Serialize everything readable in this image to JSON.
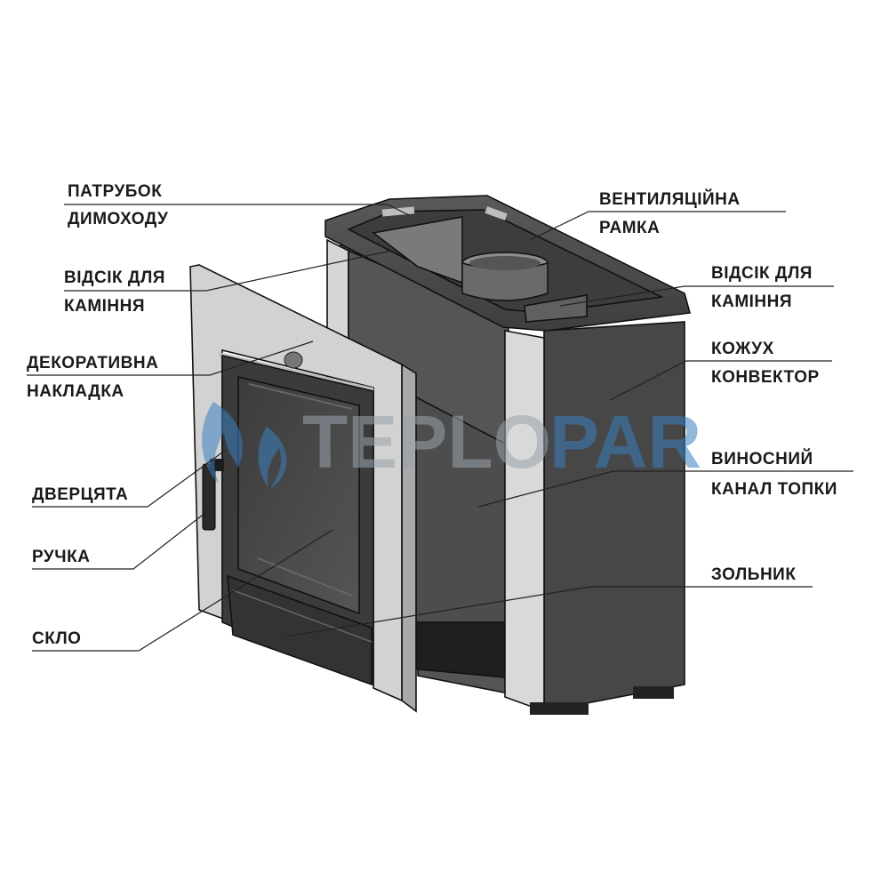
{
  "labels": {
    "chimney_pipe_1": "ПАТРУБОК",
    "chimney_pipe_2": "ДИМОХОДУ",
    "stone_compartment_left_1": "ВІДСІК ДЛЯ",
    "stone_compartment_left_2": "КАМІННЯ",
    "decorative_trim_1": "ДЕКОРАТИВНА",
    "decorative_trim_2": "НАКЛАДКА",
    "door": "ДВЕРЦЯТА",
    "handle": "РУЧКА",
    "glass": "СКЛО",
    "vent_frame_1": "ВЕНТИЛЯЦІЙНА",
    "vent_frame_2": "РАМКА",
    "stone_compartment_right_1": "ВІДСІК ДЛЯ",
    "stone_compartment_right_2": "КАМІННЯ",
    "convector_casing_1": "КОЖУХ",
    "convector_casing_2": "КОНВЕКТОР",
    "firebox_channel_1": "ВИНОСНИЙ",
    "firebox_channel_2": "КАНАЛ ТОПКИ",
    "ash_pan": "ЗОЛЬНИК"
  },
  "watermark": {
    "part1": "TEPLO",
    "part2": "PAR",
    "color1": "#9aa3ad",
    "color2": "#3a7fc0"
  },
  "colors": {
    "body_dark": "#4a4a4a",
    "frame_light": "#d3d3d3",
    "edge": "#111111"
  }
}
